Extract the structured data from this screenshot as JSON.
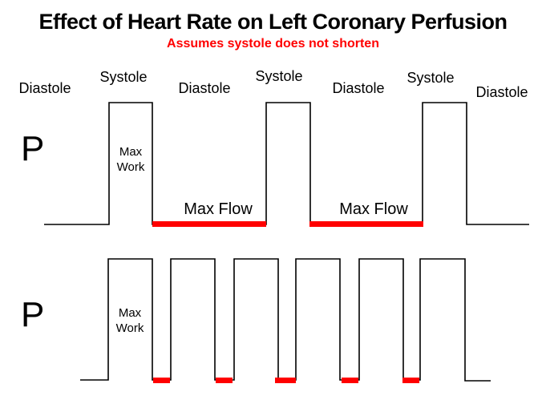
{
  "title": "Effect of Heart Rate on Left Coronary Perfusion",
  "subtitle": "Assumes systole does not shorten",
  "colors": {
    "red": "#ff0000",
    "line": "#000000",
    "text": "#000000"
  },
  "axis_label": "P",
  "phase_labels": [
    "Diastole",
    "Systole",
    "Diastole",
    "Systole",
    "Diastole",
    "Systole",
    "Diastole"
  ],
  "annotations": {
    "max_work_line1": "Max",
    "max_work_line2": "Work",
    "max_flow": "Max Flow"
  },
  "figure": {
    "type": "square-wave pressure traces",
    "top_trace": {
      "systole_pulses": 3,
      "max_flow_periods": 2
    },
    "bottom_trace": {
      "systole_pulses": 6,
      "max_flow_periods": 5
    }
  }
}
